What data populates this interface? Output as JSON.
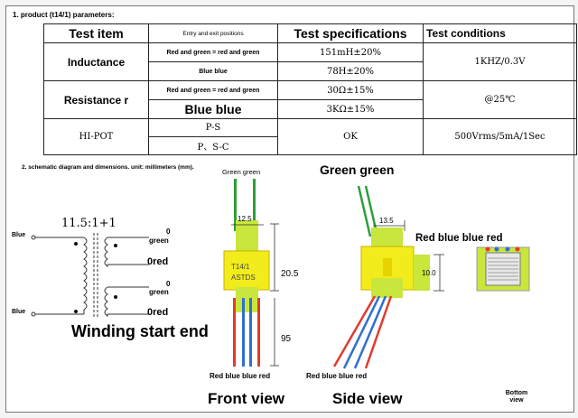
{
  "section1_title": "1. product (t14/1) parameters:",
  "table": {
    "headers": {
      "test_item": "Test item",
      "positions": "Entry and exit positions",
      "specs": "Test specifications",
      "conditions": "Test conditions"
    },
    "inductance": {
      "label": "Inductance",
      "row1_position": "Red and green = red and green",
      "row1_spec": "151mH±20%",
      "row2_position": "Blue blue",
      "row2_spec": "78H±20%",
      "condition": "1KHZ/0.3V"
    },
    "resistance": {
      "label": "Resistance r",
      "row1_position": "Red and green = red and green",
      "row1_spec": "30Ω±15%",
      "row2_position": "Blue blue",
      "row2_spec": "3KΩ±15%",
      "condition": "@25℃"
    },
    "hipot": {
      "label": "HI-POT",
      "row1_position": "P-S",
      "row2_position": "P、S-C",
      "spec": "OK",
      "condition": "500Vrms/5mA/1Sec"
    }
  },
  "section2_title": "2. schematic diagram and dimensions. unit: millimeters (mm).",
  "schematic": {
    "ratio": "11.5:1+1",
    "left_top": "Blue",
    "left_bottom": "Blue",
    "right_labels": [
      "0",
      "green",
      "0red",
      "0",
      "green",
      "0red"
    ],
    "caption": "Winding start end"
  },
  "front_view": {
    "top_label": "Green green",
    "width_dim": "12.5",
    "body_height_dim": "20.5",
    "lead_length_dim": "95",
    "marking_line1": "T14/1",
    "marking_line2": "ASTDS",
    "bottom_label": "Red blue blue red",
    "caption": "Front view"
  },
  "side_view": {
    "top_label": "Green green",
    "width_dim": "13.5",
    "height_dim": "10.0",
    "bottom_label": "Red blue blue red",
    "caption": "Side view"
  },
  "bottom_view": {
    "top_label": "Red blue blue red",
    "caption": "Bottom view"
  },
  "colors": {
    "core_yellow": "#f2ec1c",
    "core_green": "#c8e63c",
    "wire_red": "#e23a2e",
    "wire_blue": "#2f6fd1",
    "wire_green": "#2e9e3a"
  }
}
